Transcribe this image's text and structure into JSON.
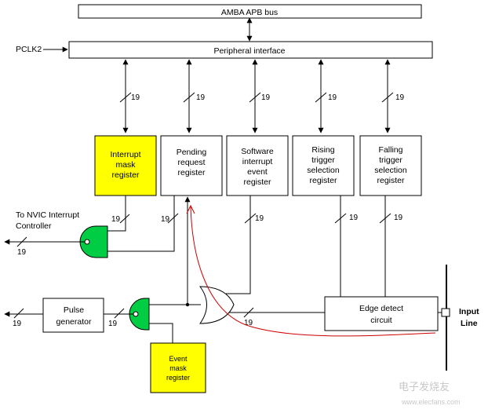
{
  "bus": {
    "label": "AMBA APB bus"
  },
  "peripheral": {
    "label": "Peripheral interface",
    "clock": "PCLK2"
  },
  "width_labels": {
    "w1": "19",
    "w2": "19",
    "w3": "19",
    "w4": "19",
    "w5": "19",
    "w6": "19",
    "w7": "19",
    "w8": "19",
    "w9": "19",
    "w10": "19",
    "w11": "19",
    "w12": "19",
    "w13": "19",
    "w14": "19"
  },
  "registers": {
    "interrupt_mask": [
      "Interrupt",
      "mask",
      "register"
    ],
    "pending": [
      "Pending",
      "request",
      "register"
    ],
    "software": [
      "Software",
      "interrupt",
      "event",
      "register"
    ],
    "rising": [
      "Rising",
      "trigger",
      "selection",
      "register"
    ],
    "falling": [
      "Falling",
      "trigger",
      "selection",
      "register"
    ]
  },
  "nvic": [
    "To NVIC Interrupt",
    "Controller"
  ],
  "pulse": [
    "Pulse",
    "generator"
  ],
  "edge": [
    "Edge detect",
    "circuit"
  ],
  "event_mask": [
    "Event",
    "mask",
    "register"
  ],
  "input": [
    "Input",
    "Line"
  ],
  "watermark": {
    "brand": "电子发烧友",
    "url": "www.elecfans.com"
  },
  "colors": {
    "highlight": "#ffff00",
    "gate": "#00cc44",
    "annotation": "#cc0000"
  }
}
